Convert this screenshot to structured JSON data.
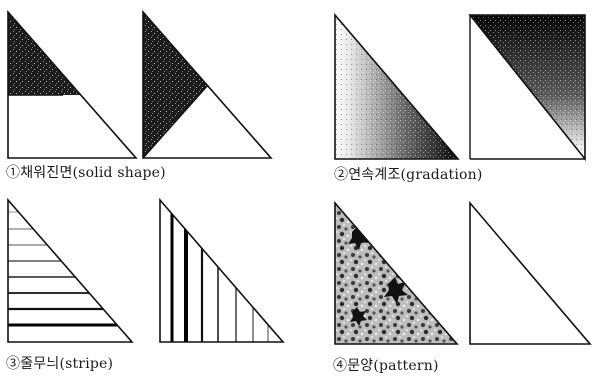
{
  "panels": [
    {
      "id": "solid",
      "caption": "①채워진면(solid shape)"
    },
    {
      "id": "gradation",
      "caption": "②연속계조(gradation)"
    },
    {
      "id": "stripe",
      "caption": "③줄무늬(stripe)"
    },
    {
      "id": "pattern",
      "caption": "④문양(pattern)"
    }
  ]
}
